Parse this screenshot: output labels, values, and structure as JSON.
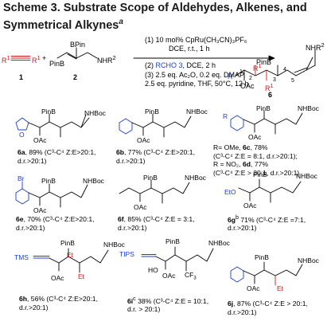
{
  "title": "Scheme 3. Substrate Scope of Aldehydes, Alkenes, and Symmetrical Alkynes",
  "title_line1": "Scheme 3. Substrate Scope of Aldehydes, Alkenes, and",
  "title_line2": "Symmetrical Alkynes",
  "title_note": "a",
  "reaction": {
    "r1_left": "R",
    "r1_right": "R",
    "plus": "+",
    "pinb": "PinB",
    "bpin": "BPin",
    "nhr2": "NHR",
    "compound_1": "1",
    "compound_2": "2",
    "product": "6",
    "cond1": "(1) 10 mol% CpRu(CH₃CN)₃PF₆",
    "cond1b": "DCE, r.t., 1 h",
    "cond2_pre": "(2) ",
    "cond2_rcho": "RCHO 3",
    "cond2_post": ", DCE, 2 h",
    "cond3": "(3) 2.5 eq. Ac₂O, 0.2 eq. DMAP,",
    "cond3b": "2.5 eq. pyridine, THF, 50°C, 12 h",
    "prod_nhr2": "NHR",
    "prod_pinb": "PinB",
    "prod_r": "R",
    "prod_r1a": "R",
    "prod_r1b": "R",
    "prod_oac": "OAc",
    "nums": [
      "1",
      "2",
      "3",
      "4",
      "5"
    ]
  },
  "labels": {
    "nhboc": "NHBoc",
    "pinb": "PinB",
    "oac": "OAc",
    "et": "Et",
    "tms": "TMS",
    "tips": "TIPS",
    "ho": "HO",
    "cf3": "CF",
    "eto": "EtO",
    "br": "Br",
    "o": "O",
    "r": "R"
  },
  "entries": [
    {
      "id": "6a",
      "text": ", 89% (C³-C⁴ Z:E>20:1,",
      "text2": "d.r.>20:1)"
    },
    {
      "id": "6b",
      "text": ", 77% (C³-C⁴ Z:E>20:1,",
      "text2": "d.r.>20:1)"
    },
    {
      "id": "6c",
      "pre": "R= OMe, ",
      "text": ", 78%",
      "text2": "(C³-C⁴ Z:E = 8:1, d.r.>20:1);",
      "id2": "6d",
      "pre3": "R = NO₂, ",
      "text3": ", 77%",
      "text4": "(C³-C⁴ Z:E > 20:1, d.r.>20:1)"
    },
    {
      "id": "6e",
      "text": ", 70% (C³-C⁴ Z:E>20:1,",
      "text2": "d.r.>20:1)"
    },
    {
      "id": "6f",
      "text": ", 85% (C³-C⁴ Z:E = 3:1,",
      "text2": "d.r.>20:1)"
    },
    {
      "id": "6g",
      "sup": "b",
      "text": " 71% (C³-C⁴ Z:E =7:1,",
      "text2": "d.r.>20:1)"
    },
    {
      "id": "6h",
      "text": ", 56% (C³-C⁴ Z:E>20:1,",
      "text2": "d.r.>20:1)"
    },
    {
      "id": "6i",
      "sup": "c",
      "text": " 38% (C³-C⁴ Z:E = 10:1,",
      "text2": "d.r. > 20:1)"
    },
    {
      "id": "6j",
      "text": ", 87% (C³-C⁴ Z:E > 20:1,",
      "text2": "d.r.>20:1)"
    }
  ]
}
